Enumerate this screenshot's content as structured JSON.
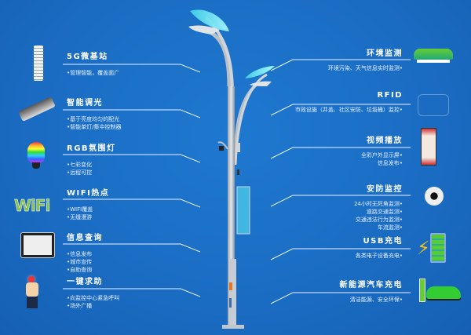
{
  "left_features": [
    {
      "title": "5G微基站",
      "lines": [
        "•管理智能，覆盖面广"
      ],
      "icon": "5g-base-station-icon"
    },
    {
      "title": "智能调光",
      "lines": [
        "•基于亮度均匀的配光",
        "•智能单灯/集中控制器"
      ],
      "icon": "street-lamp-icon"
    },
    {
      "title": "RGB氛围灯",
      "lines": [
        "•七彩变化",
        "•远程可控"
      ],
      "icon": "rgb-bulb-icon"
    },
    {
      "title": "WIFI热点",
      "lines": [
        "•WIFI覆盖",
        "•无缝漫游"
      ],
      "icon": "wifi-icon",
      "icon_text": "WiFi"
    },
    {
      "title": "信息查询",
      "lines": [
        "•信息发布",
        "•城市宣传",
        "•自助查询"
      ],
      "icon": "tablet-icon"
    },
    {
      "title": "一键求助",
      "lines": [
        "•向监控中心紧急呼叫",
        "•场外广播"
      ],
      "icon": "emergency-button-icon"
    }
  ],
  "right_features": [
    {
      "title": "环境监测",
      "lines": [
        "环境污染、天气信息实时监测•"
      ],
      "icon": "environment-icon"
    },
    {
      "title": "RFID",
      "lines": [
        "市政设施（井盖、社区安防、垃圾桶）监控•"
      ],
      "icon": "rfid-icon"
    },
    {
      "title": "视频播放",
      "lines": [
        "全彩户外显示屏•",
        "信息发布•"
      ],
      "icon": "display-screen-icon"
    },
    {
      "title": "安防监控",
      "lines": [
        "24小时无死角监测•",
        "道路交通监测•",
        "交通违法行为监测•",
        "车流监测•"
      ],
      "icon": "security-camera-icon"
    },
    {
      "title": "USB充电",
      "lines": [
        "各类电子设备充电•"
      ],
      "icon": "battery-charging-icon"
    },
    {
      "title": "新能源汽车充电",
      "lines": [
        "清洁能源、安全环保•"
      ],
      "icon": "ev-charging-icon"
    }
  ],
  "colors": {
    "background": "#1a6cc2",
    "line": "#e8f2ff",
    "lamp_glow": "#5fe3f0"
  }
}
